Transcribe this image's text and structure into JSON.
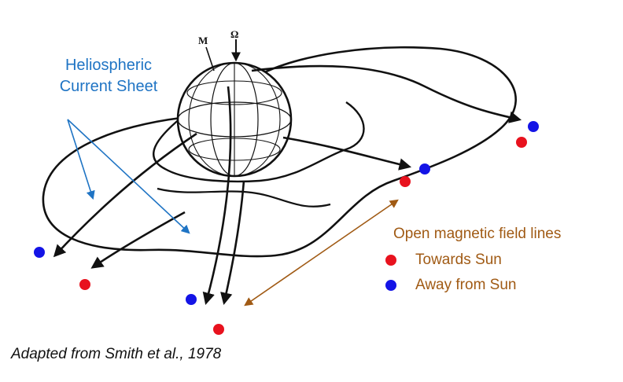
{
  "diagram": {
    "sun_labels": {
      "m": "M",
      "omega": "Ω"
    },
    "hcs_label_line1": "Heliospheric",
    "hcs_label_line2": "Current Sheet",
    "legend": {
      "title": "Open magnetic field lines",
      "towards": "Towards Sun",
      "away": "Away from Sun",
      "towards_color": "#e8121e",
      "away_color": "#1414e6"
    },
    "caption": "Adapted from Smith et al., 1978",
    "colors": {
      "hcs_arrow": "#1f74c4",
      "legend_arrow": "#a05a14",
      "ink": "#111111"
    }
  }
}
